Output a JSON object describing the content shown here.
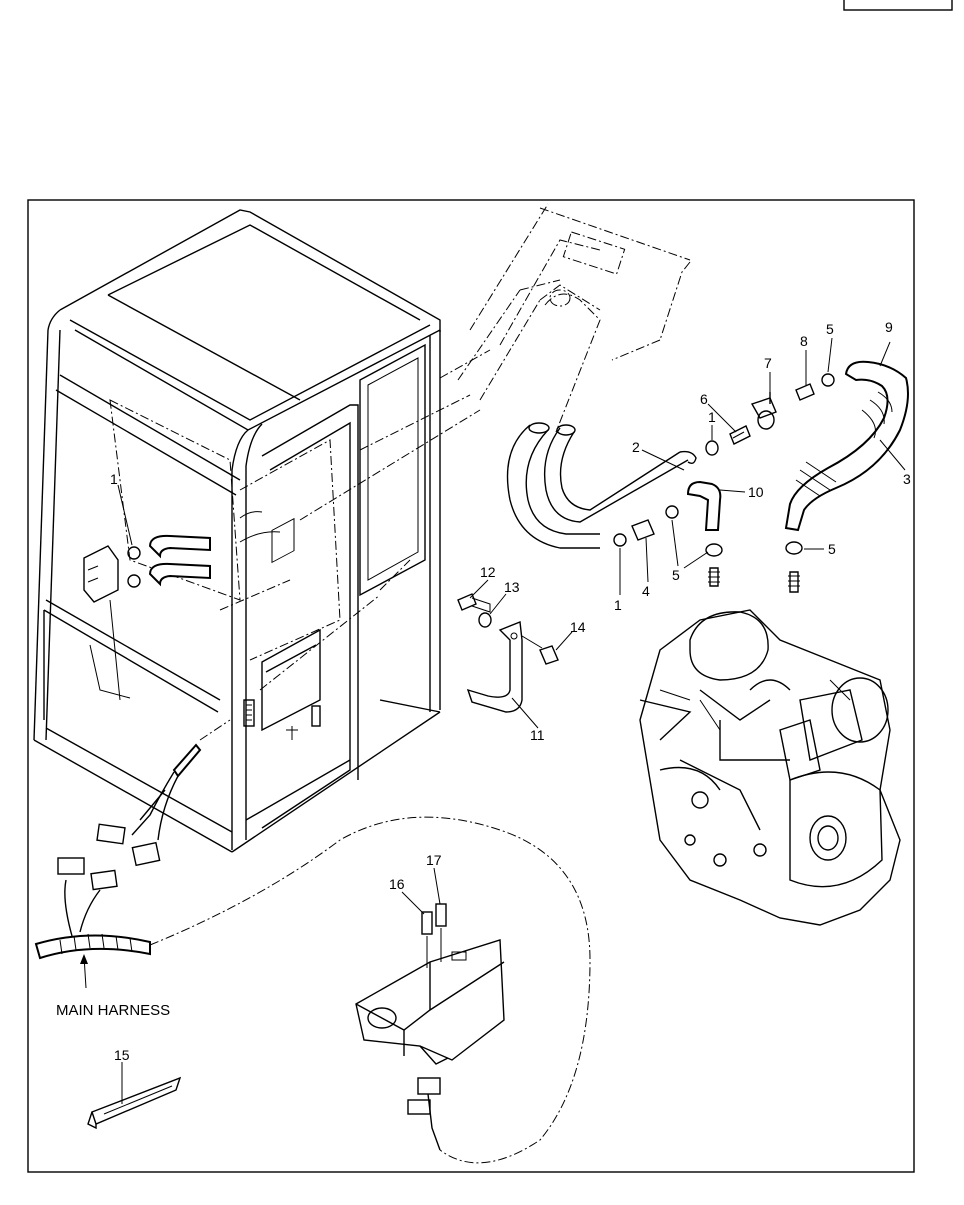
{
  "diagram": {
    "callouts": {
      "c1a": "1",
      "c1b": "1",
      "c1c": "1",
      "c2": "2",
      "c3": "3",
      "c4": "4",
      "c5a": "5",
      "c5b": "5",
      "c5c": "5",
      "c6": "6",
      "c7": "7",
      "c8": "8",
      "c9": "9",
      "c10": "10",
      "c11": "11",
      "c12": "12",
      "c13": "13",
      "c14": "14",
      "c15": "15",
      "c16": "16",
      "c17": "17"
    },
    "caption_main_harness": "MAIN HARNESS"
  }
}
